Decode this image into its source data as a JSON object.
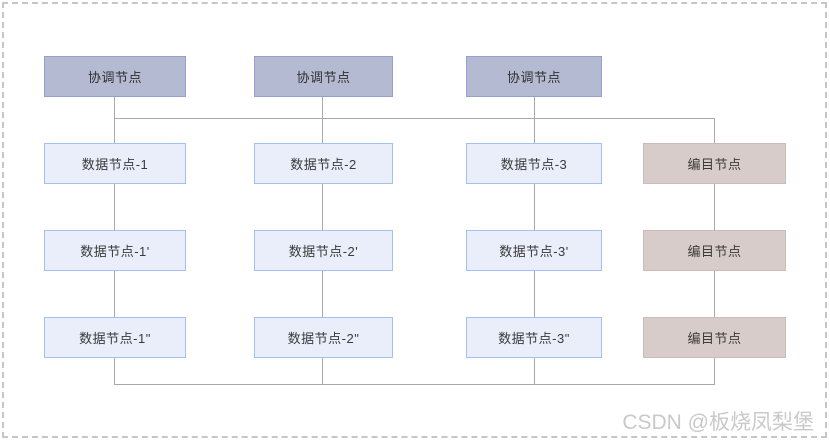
{
  "diagram": {
    "coordinators": [
      "协调节点",
      "协调节点",
      "协调节点"
    ],
    "data_columns": [
      [
        "数据节点-1",
        "数据节点-1'",
        "数据节点-1\""
      ],
      [
        "数据节点-2",
        "数据节点-2'",
        "数据节点-2\""
      ],
      [
        "数据节点-3",
        "数据节点-3'",
        "数据节点-3\""
      ]
    ],
    "catalog_nodes": [
      "编目节点",
      "编目节点",
      "编目节点"
    ],
    "colors": {
      "coordinator_fill": "#b5bad3",
      "coordinator_border": "#95a1cd",
      "data_fill": "#e9eefa",
      "data_border": "#a3c1ef",
      "catalog_fill": "#d8cccb",
      "catalog_border": "#ccbbb9",
      "connector": "#a8a8a8"
    }
  },
  "watermark": "CSDN @板烧凤梨堡"
}
